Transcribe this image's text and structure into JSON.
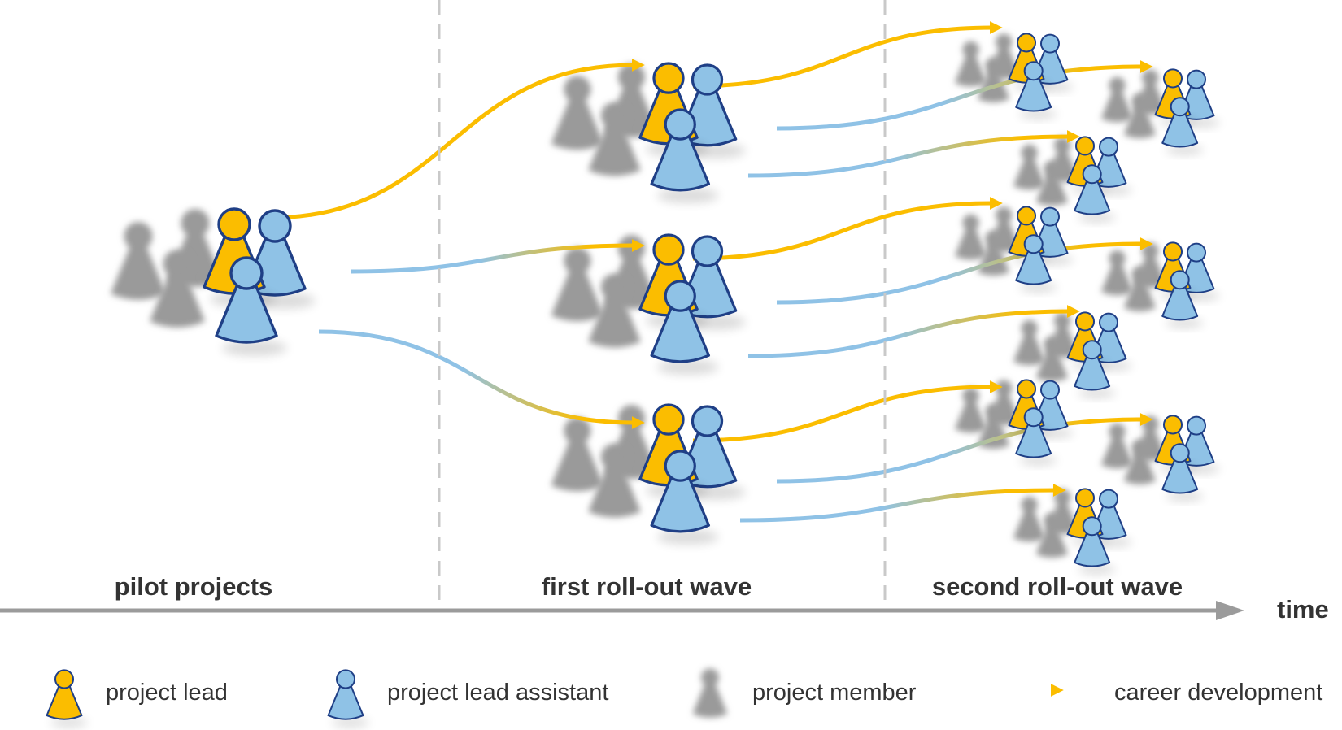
{
  "phases": {
    "pilot": "pilot projects",
    "first_wave": "first roll-out wave",
    "second_wave": "second roll-out wave"
  },
  "axis": {
    "label": "time"
  },
  "legend": {
    "project_lead": "project lead",
    "project_lead_assistant": "project lead assistant",
    "project_member": "project member",
    "career_development": "career development"
  },
  "colors": {
    "lead_fill": "#fbbd00",
    "assistant_fill": "#8fc2e6",
    "outline": "#1f3f86",
    "member": "#9a9a9a",
    "divider": "#c9c9c9",
    "axis": "#9b9b9b",
    "text": "#333333"
  },
  "icons": {
    "project_lead": "yellow-pawn-icon",
    "project_lead_assistant": "blue-pawn-icon",
    "project_member": "gray-pawn-icon",
    "career_development": "gradient-arrow-icon"
  }
}
